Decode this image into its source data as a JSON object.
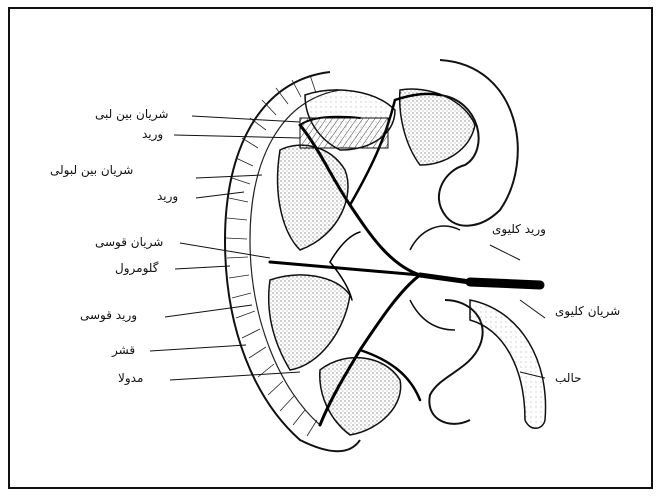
{
  "diagram": {
    "labels": {
      "interlobular_artery": "شریان بین لبی",
      "vein": "ورید",
      "interlobar_artery": "شریان بین لبولی",
      "vein_2": "ورید",
      "arcuate_artery": "شریان قوسی",
      "glomerulus": "گلومرول",
      "arcuate_vein": "ورید قوسی",
      "cortex": "قشر",
      "medulla": "مدولا",
      "renal_vein": "ورید کلیوی",
      "renal_artery": "شریان کلیوی",
      "ureter": "حالب"
    }
  }
}
